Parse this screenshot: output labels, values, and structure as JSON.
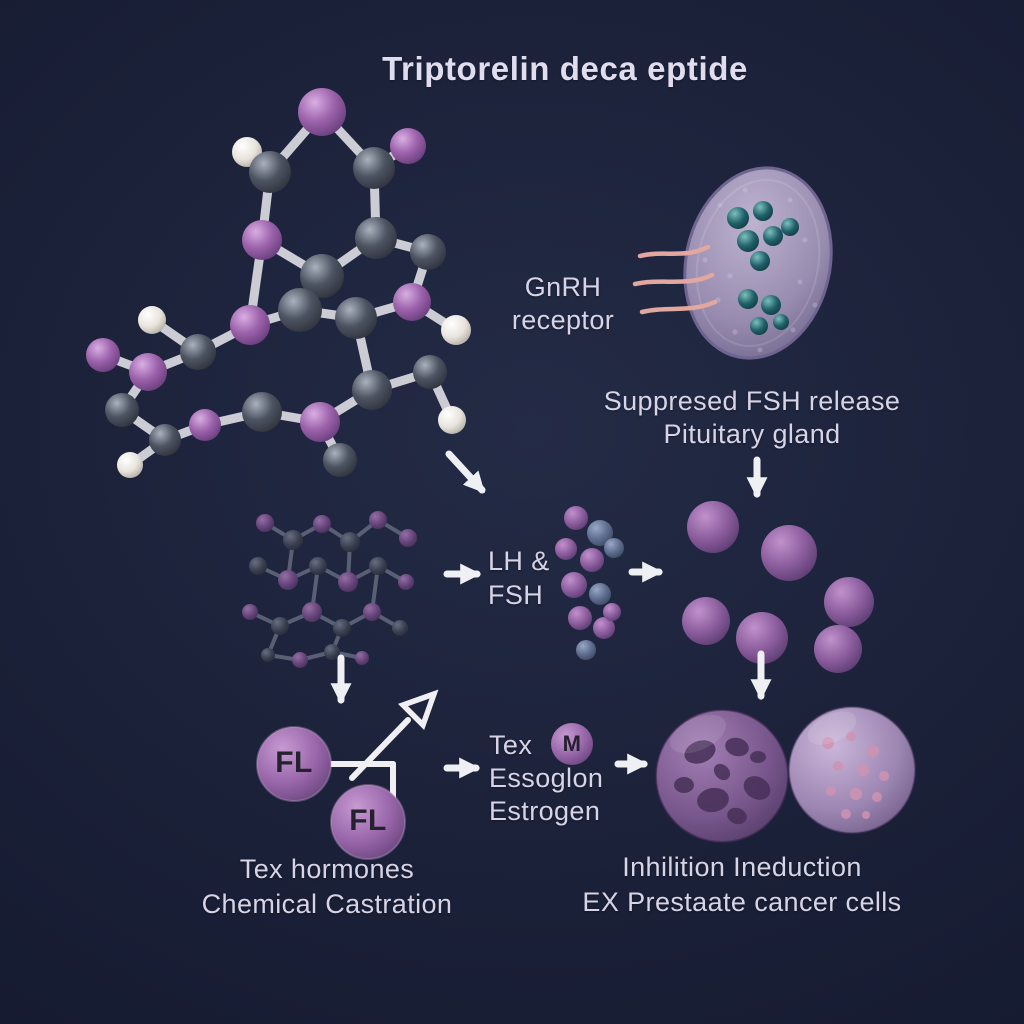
{
  "title": "Triptorelin deca eptide",
  "gnrh": {
    "line1": "GnRH",
    "line2": "receptor"
  },
  "pituitary": {
    "line1": "Suppresed FSH release",
    "line2": "Pituitary gland"
  },
  "lhfsh": {
    "line1": "LH &",
    "line2": "FSH"
  },
  "fl_symbol": {
    "top": "FL",
    "bottom": "FL"
  },
  "estrogen": {
    "line1": "Tex",
    "badge": "M",
    "line2": "Essoglon",
    "line3": "Estrogen"
  },
  "sex_hormones": {
    "line1": "Tex hormones",
    "line2": "Chemical Castration"
  },
  "outcome": {
    "line1": "Inhilition Ineduction",
    "line2": "EX Prestaate cancer cells"
  },
  "illustrations": {
    "molecule": "triptorelin-ball-and-stick-model",
    "faded_molecule": "gnrh-analog-molecule",
    "gland": "pituitary-gland",
    "receptor_lines": "gnrh-receptor-strands",
    "small_cluster": "lh-fsh-hormone-spheres",
    "large_cluster": "suppressed-hormone-spheres",
    "fl_symbol": "male-hormone-symbol",
    "cancer_cells": "prostate-cancer-cells"
  },
  "colors": {
    "background": "#1a2037",
    "text": "#d7d4e7",
    "purple_atom": "#9c62ab",
    "gray_atom": "#4d5462",
    "white_atom": "#e8e4dd",
    "teal_sphere": "#20606a",
    "pink_line": "#e2a79e",
    "arrow": "#eef0f4",
    "cell_dark": "#77568b",
    "cell_light": "#9c86b2"
  }
}
